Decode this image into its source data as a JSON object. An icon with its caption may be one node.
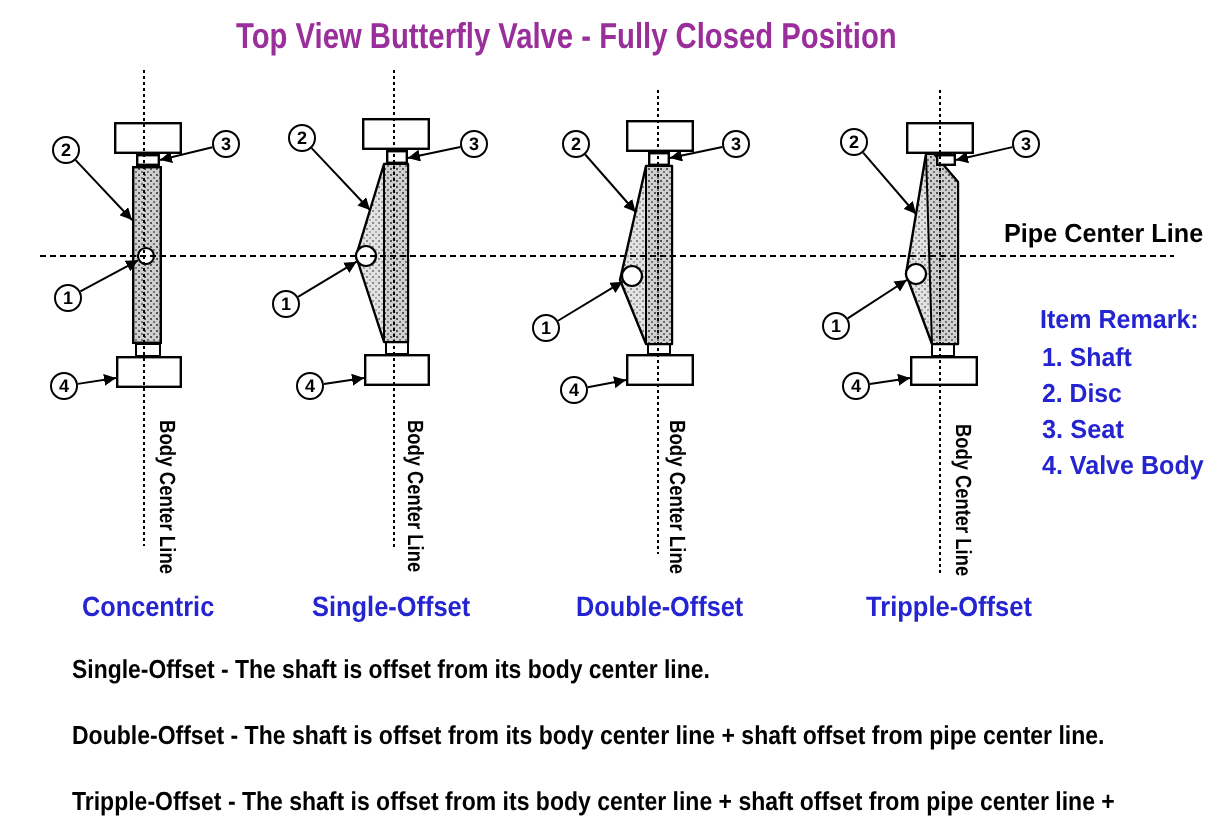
{
  "diagram": {
    "title": "Top View Butterfly Valve - Fully Closed Position",
    "nodes": [
      {
        "text": [
          "2"
        ]
      },
      {
        "text": [
          "3"
        ]
      },
      {
        "text": [
          "1"
        ]
      },
      {
        "text": [
          "4"
        ]
      },
      {
        "text": [],
        "shape": "bar"
      },
      {
        "text": [],
        "shape": "box"
      },
      {
        "text": [],
        "shape": "circle",
        "in": 4
      },
      {
        "text": [],
        "shape": "box"
      },
      {
        "text": [],
        "shape": "box"
      },
      {
        "text": [
          "2"
        ]
      },
      {
        "text": [
          "3"
        ]
      },
      {
        "text": [
          "1"
        ]
      },
      {
        "text": [
          "4"
        ]
      },
      {
        "text": [],
        "shape": "wedge"
      },
      {
        "text": [],
        "shape": "box"
      },
      {
        "text": [],
        "shape": "circle",
        "in": 13
      },
      {
        "text": [],
        "shape": "box"
      },
      {
        "text": [],
        "shape": "box"
      },
      {
        "text": [
          "2"
        ]
      },
      {
        "text": [
          "3"
        ]
      },
      {
        "text": [
          "1"
        ]
      },
      {
        "text": [
          "4"
        ]
      },
      {
        "text": [],
        "shape": "wedge"
      },
      {
        "text": [],
        "shape": "box"
      },
      {
        "text": [],
        "shape": "circle",
        "in": 22
      },
      {
        "text": [],
        "shape": "box"
      },
      {
        "text": [],
        "shape": "box"
      },
      {
        "text": [
          "2"
        ]
      },
      {
        "text": [
          "3"
        ]
      },
      {
        "text": [
          "1"
        ]
      },
      {
        "text": [
          "4"
        ]
      },
      {
        "text": [],
        "shape": "wedge"
      },
      {
        "text": [],
        "shape": "box"
      },
      {
        "text": [],
        "shape": "circle",
        "in": 31
      },
      {
        "text": [],
        "shape": "box"
      },
      {
        "text": [],
        "shape": "box"
      }
    ],
    "edges": [
      {
        "from": 0,
        "to": 4,
        "arrow": "to"
      },
      {
        "from": 1,
        "to": 5,
        "arrow": "to"
      },
      {
        "from": 2,
        "to": 6,
        "arrow": "to"
      },
      {
        "from": 3,
        "to": 7,
        "arrow": "to"
      },
      {
        "from": 9,
        "to": 13,
        "arrow": "to"
      },
      {
        "from": 10,
        "to": 14,
        "arrow": "to"
      },
      {
        "from": 11,
        "to": 15,
        "arrow": "to"
      },
      {
        "from": 12,
        "to": 16,
        "arrow": "to"
      },
      {
        "from": 18,
        "to": 22,
        "arrow": "to"
      },
      {
        "from": 19,
        "to": 23,
        "arrow": "to"
      },
      {
        "from": 20,
        "to": 24,
        "arrow": "to"
      },
      {
        "from": 21,
        "to": 25,
        "arrow": "to"
      },
      {
        "from": 27,
        "to": 31,
        "arrow": "to"
      },
      {
        "from": 28,
        "to": 32,
        "arrow": "to"
      },
      {
        "from": 29,
        "to": 33,
        "arrow": "to"
      },
      {
        "from": 30,
        "to": 34,
        "arrow": "to"
      }
    ],
    "labels": [
      "Pipe Center Line",
      "Item Remark:",
      "1. Shaft",
      "2. Disc",
      "3. Seat",
      "4. Valve Body",
      "Body Center Line",
      "Body Center Line",
      "Body Center Line",
      "Body Center Line",
      "Concentric",
      "Single-Offset",
      "Double-Offset",
      "Tripple-Offset",
      "Single-Offset - The shaft is offset from its body center line.",
      "Double-Offset - The shaft is offset from its body center line + shaft offset from pipe center line.",
      "Tripple-Offset - The shaft is offset from its body center line + shaft offset from pipe center line +"
    ]
  }
}
